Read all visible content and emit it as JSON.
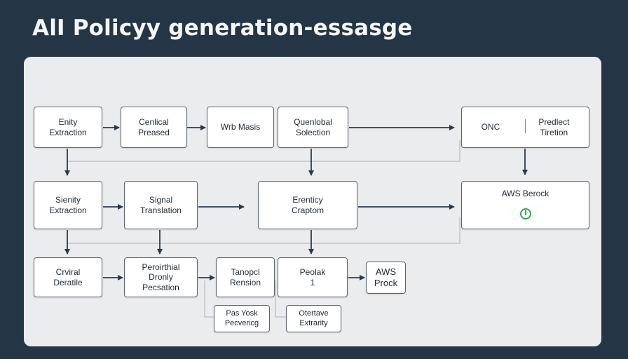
{
  "title": "AlI Policyy generation-essasge",
  "nodes": {
    "entity_extraction": "Enity\nExtraction",
    "cenical_preased": "Cenlical\nPreased",
    "wrb_masis": "Wrb Masis",
    "quentlobal_solection": "Quenlobal\nSolection",
    "onc": "ONC",
    "predect_tiretion": "Predlect\nTiretion",
    "sienity_extraction": "Sienity\nExtraction",
    "signal_translation": "Signal\nTranslation",
    "erentics_craptom": "Erenticy\nCraptom",
    "aws_berock": "AWS Berock",
    "crviral_deratile": "Crviral\nDeratile",
    "peroirthial_pecsation": "Peroirthial\nDronly\nPecsation",
    "tanopcl_rension": "Tanopcl\nRension",
    "peolak_1": "Peolak\n1",
    "aws_prock": "AWS\nProck",
    "pas_ysok_pecvericg": "Pas Yosk\nPecvericg",
    "otertave_extrarity": "Otertave\nExtrarity"
  },
  "colors": {
    "background": "#243546",
    "panel": "#ebecee",
    "arrow": "#2b3a4b",
    "status_green": "#2ea84a"
  }
}
